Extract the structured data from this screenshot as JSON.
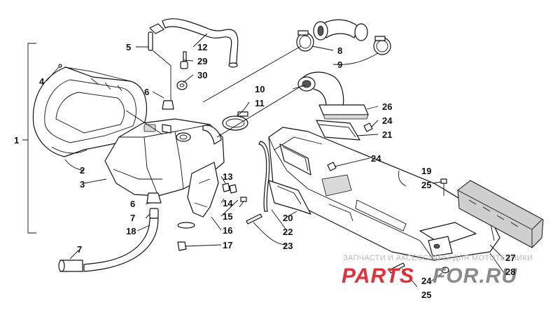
{
  "diagram": {
    "callouts": [
      {
        "id": "c1",
        "text": "1"
      },
      {
        "id": "c2",
        "text": "2"
      },
      {
        "id": "c3",
        "text": "3"
      },
      {
        "id": "c4",
        "text": "4"
      },
      {
        "id": "c5",
        "text": "5"
      },
      {
        "id": "c6a",
        "text": "6"
      },
      {
        "id": "c6b",
        "text": "6"
      },
      {
        "id": "c7a",
        "text": "7"
      },
      {
        "id": "c7b",
        "text": "7"
      },
      {
        "id": "c8",
        "text": "8"
      },
      {
        "id": "c9",
        "text": "9"
      },
      {
        "id": "c10",
        "text": "10"
      },
      {
        "id": "c11",
        "text": "11"
      },
      {
        "id": "c12",
        "text": "12"
      },
      {
        "id": "c13",
        "text": "13"
      },
      {
        "id": "c14",
        "text": "14"
      },
      {
        "id": "c15",
        "text": "15"
      },
      {
        "id": "c16",
        "text": "16"
      },
      {
        "id": "c17",
        "text": "17"
      },
      {
        "id": "c18",
        "text": "18"
      },
      {
        "id": "c19",
        "text": "19"
      },
      {
        "id": "c20",
        "text": "20"
      },
      {
        "id": "c21",
        "text": "21"
      },
      {
        "id": "c22",
        "text": "22"
      },
      {
        "id": "c23",
        "text": "23"
      },
      {
        "id": "c24a",
        "text": "24"
      },
      {
        "id": "c24b",
        "text": "24"
      },
      {
        "id": "c24c",
        "text": "24"
      },
      {
        "id": "c25a",
        "text": "25"
      },
      {
        "id": "c25b",
        "text": "25"
      },
      {
        "id": "c26",
        "text": "26"
      },
      {
        "id": "c27",
        "text": "27"
      },
      {
        "id": "c28",
        "text": "28"
      },
      {
        "id": "c29",
        "text": "29"
      },
      {
        "id": "c30",
        "text": "30"
      }
    ]
  },
  "watermark": {
    "tagline": "ЗАПЧАСТИ И АКСЕССУАРЫ ДЛЯ МОТОТЕХНИКИ",
    "brand_left": "PARTS",
    "brand_right": "FOR.RU",
    "color_left": "#e0303a",
    "color_right": "#8a8a8a"
  }
}
